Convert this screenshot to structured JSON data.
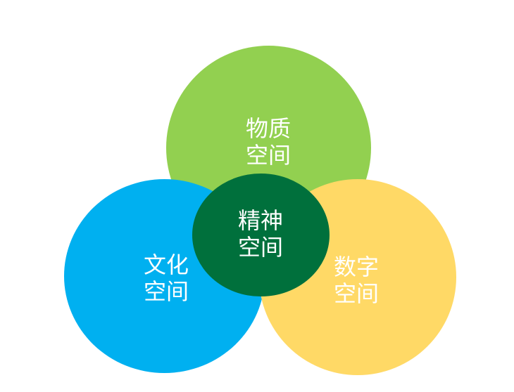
{
  "diagram": {
    "type": "overlapping-circles",
    "circles": [
      {
        "id": "physical",
        "line1": "物质",
        "line2": "空间",
        "color": "#92D050"
      },
      {
        "id": "cultural",
        "line1": "文化",
        "line2": "空间",
        "color": "#00B0F0"
      },
      {
        "id": "digital",
        "line1": "数字",
        "line2": "空间",
        "color": "#FFD966"
      },
      {
        "id": "spiritual",
        "line1": "精神",
        "line2": "空间",
        "color": "#00703C"
      }
    ]
  }
}
